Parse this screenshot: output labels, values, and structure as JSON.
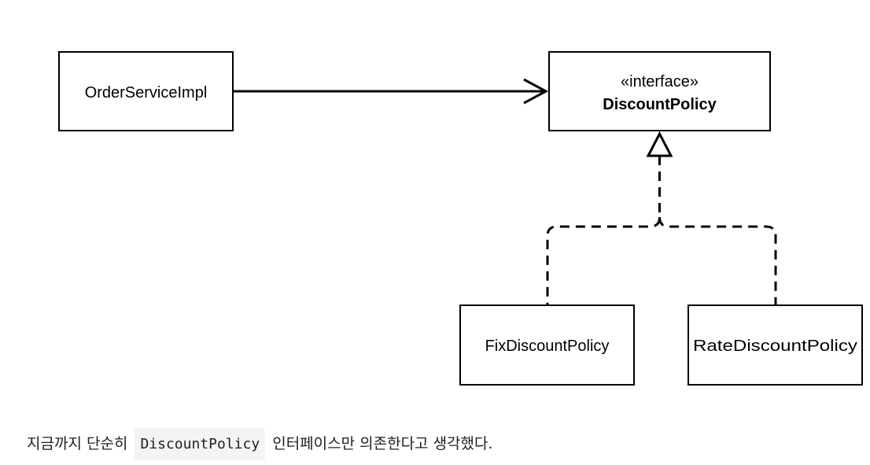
{
  "diagram": {
    "order_service_impl": {
      "name": "OrderServiceImpl"
    },
    "discount_policy": {
      "stereotype": "«interface»",
      "name": "DiscountPolicy"
    },
    "fix_discount_policy": {
      "name": "FixDiscountPolicy"
    },
    "rate_discount_policy": {
      "name": "RateDiscountPolicy"
    },
    "relations": [
      {
        "from": "OrderServiceImpl",
        "to": "DiscountPolicy",
        "kind": "association",
        "style": "solid",
        "arrow": "open"
      },
      {
        "from": "FixDiscountPolicy",
        "to": "DiscountPolicy",
        "kind": "realization",
        "style": "dashed",
        "arrow": "hollow-triangle"
      },
      {
        "from": "RateDiscountPolicy",
        "to": "DiscountPolicy",
        "kind": "realization",
        "style": "dashed",
        "arrow": "hollow-triangle"
      }
    ]
  },
  "caption": {
    "before": "지금까지 단순히",
    "code": "DiscountPolicy",
    "after": "인터페이스만 의존한다고 생각했다."
  }
}
